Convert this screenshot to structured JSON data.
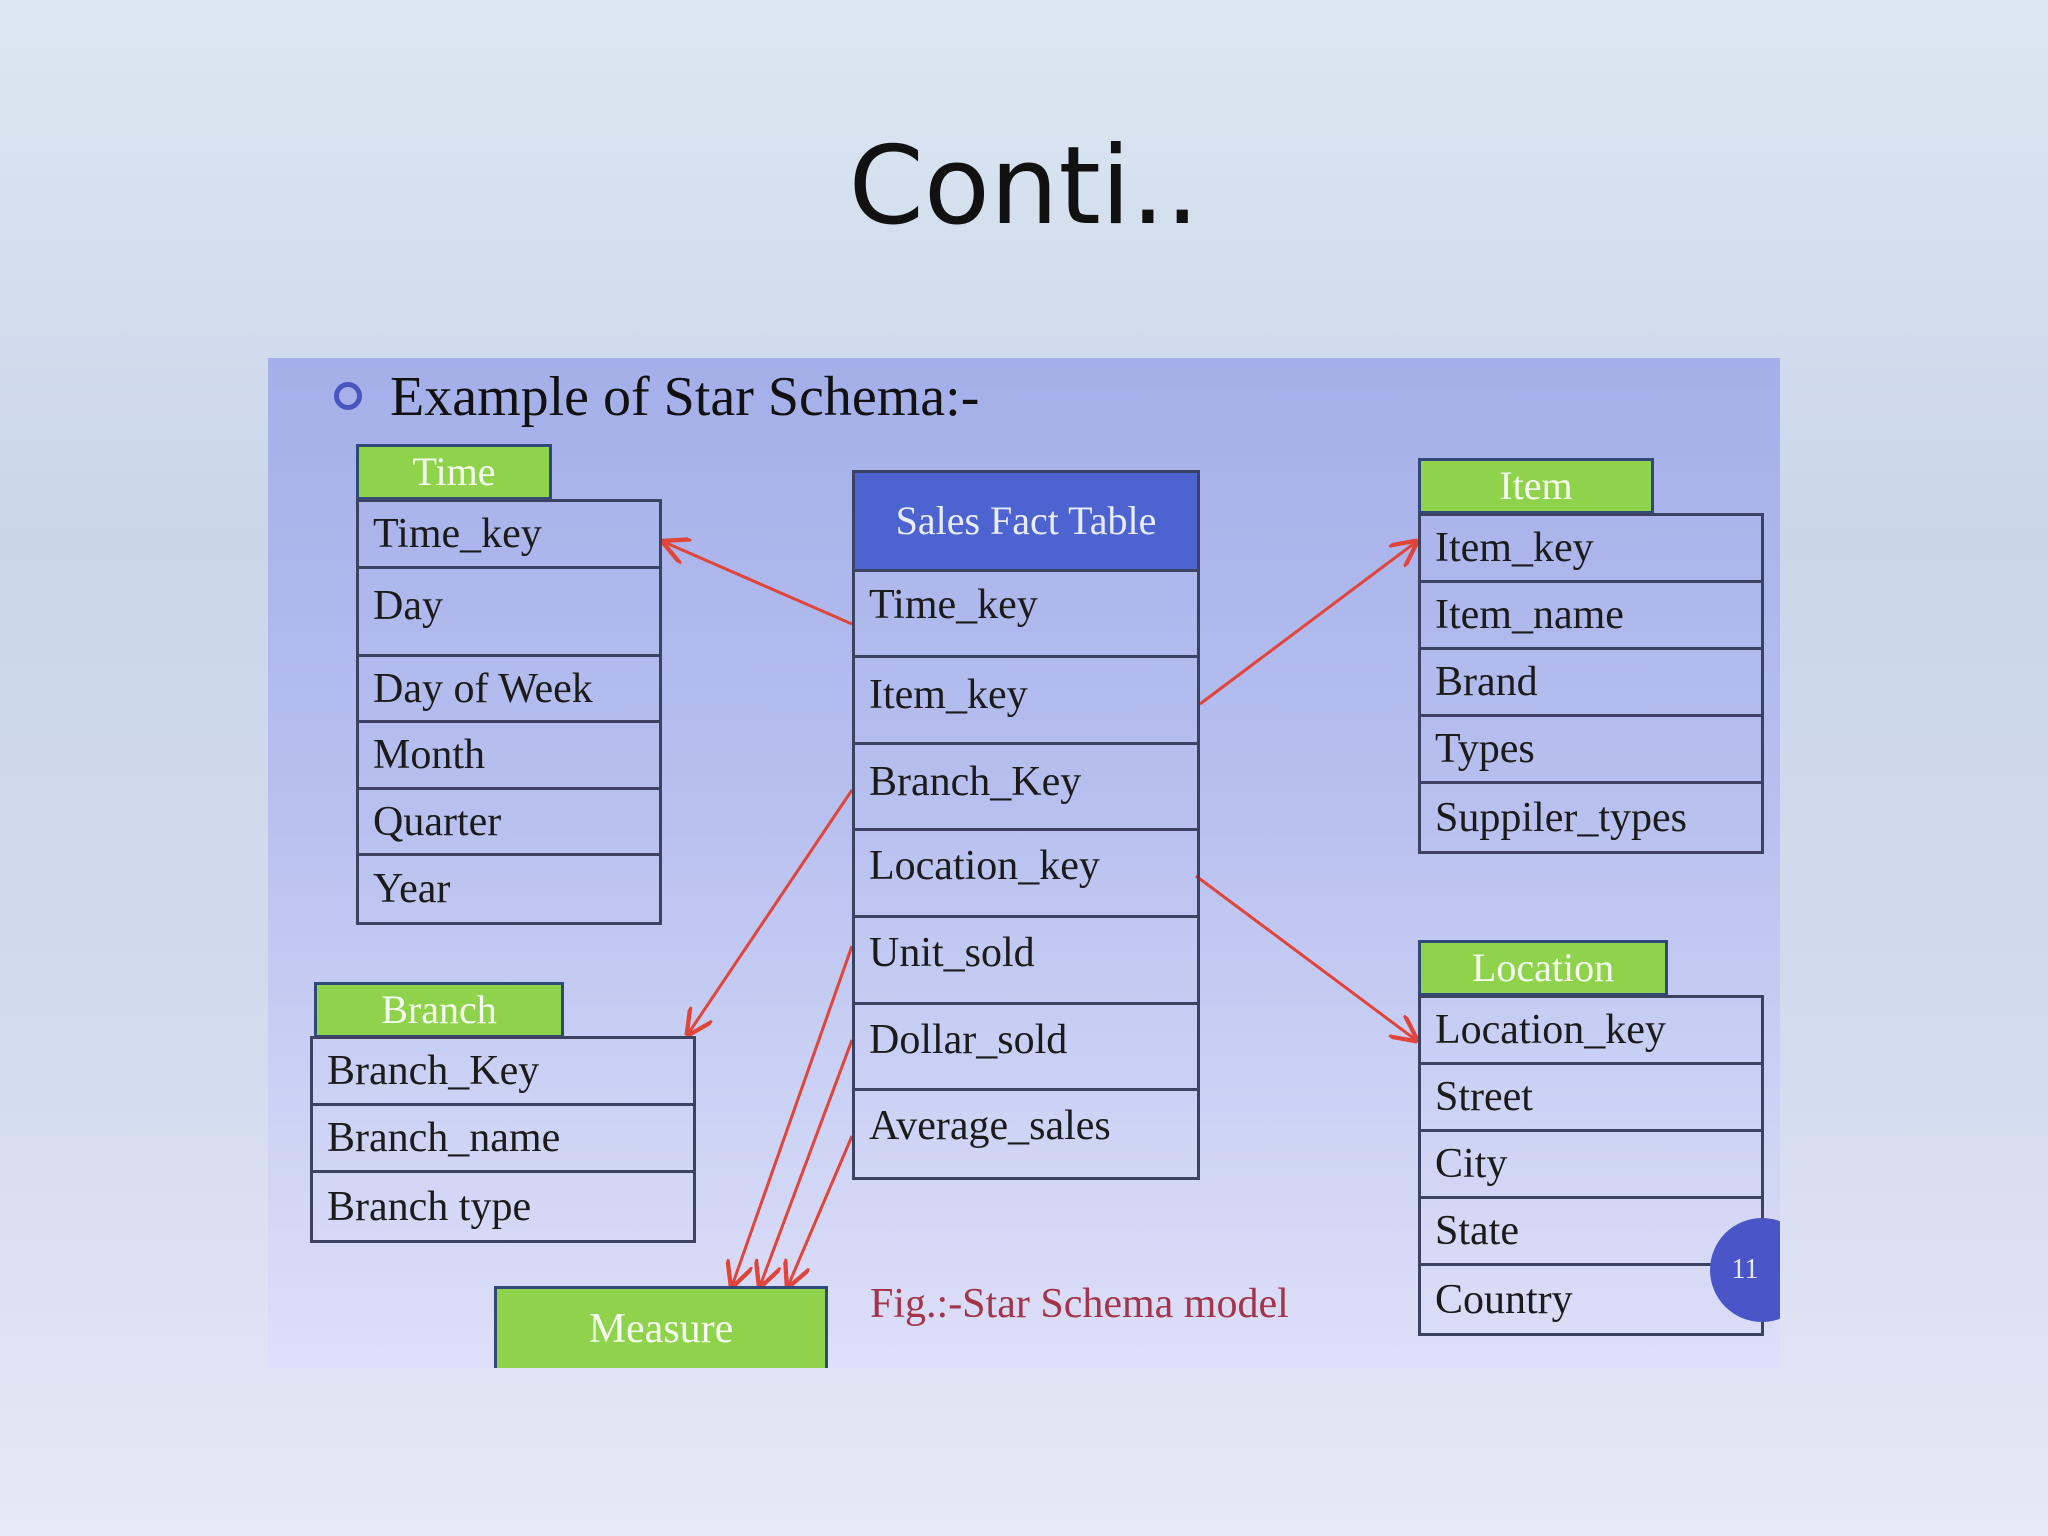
{
  "slide": {
    "title": "Conti.."
  },
  "panel": {
    "heading": "Example of Star Schema:-",
    "caption": "Fig.:-Star Schema model",
    "page_number": "11"
  },
  "tables": {
    "time": {
      "title": "Time",
      "fields": [
        "Time_key",
        "Day",
        "Day of Week",
        "Month",
        "Quarter",
        "Year"
      ]
    },
    "fact": {
      "title": "Sales Fact Table",
      "fields": [
        "Time_key",
        "Item_key",
        "Branch_Key",
        "Location_key",
        "Unit_sold",
        "Dollar_sold",
        "Average_sales"
      ]
    },
    "item": {
      "title": "Item",
      "fields": [
        "Item_key",
        "Item_name",
        "Brand",
        "Types",
        "Suppiler_types"
      ]
    },
    "branch": {
      "title": "Branch",
      "fields": [
        "Branch_Key",
        "Branch_name",
        "Branch type"
      ]
    },
    "location": {
      "title": "Location",
      "fields": [
        "Location_key",
        "Street",
        "City",
        "State",
        "Country"
      ]
    },
    "measure": {
      "title": "Measure"
    }
  },
  "colors": {
    "header_green": "#8fd24b",
    "fact_header_blue": "#4d63d0",
    "arrow_red": "#e0443a",
    "caption_red": "#a3344a"
  }
}
